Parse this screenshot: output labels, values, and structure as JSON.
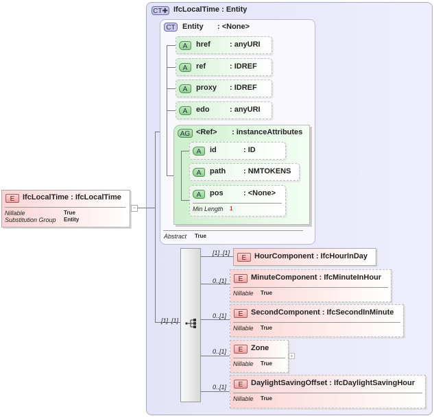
{
  "root": {
    "badge": "E",
    "name": "IfcLocalTime",
    "type": "IfcLocalTime",
    "props": [
      {
        "label": "Nillable",
        "value": "True"
      },
      {
        "label": "Substitution Group",
        "value": "Entity"
      }
    ]
  },
  "complex_type": {
    "badge": "CT",
    "name": "IfcLocalTime",
    "type": "Entity"
  },
  "base_type": {
    "badge": "CT",
    "name": "Entity",
    "type": ": <None>",
    "abstract_label": "Abstract",
    "abstract_value": "True",
    "attributes": [
      {
        "badge": "A",
        "name": "href",
        "type": ": anyURI"
      },
      {
        "badge": "A",
        "name": "ref",
        "type": ": IDREF"
      },
      {
        "badge": "A",
        "name": "proxy",
        "type": ": IDREF"
      },
      {
        "badge": "A",
        "name": "edo",
        "type": ": anyURI"
      }
    ],
    "attribute_group": {
      "badge": "AG",
      "name": "<Ref>",
      "type": ": instanceAttributes",
      "attributes": [
        {
          "badge": "A",
          "name": "id",
          "type": ": ID"
        },
        {
          "badge": "A",
          "name": "path",
          "type": ": NMTOKENS"
        },
        {
          "badge": "A",
          "name": "pos",
          "type": ": <None>",
          "facet_label": "Min Length",
          "facet_value": "1"
        }
      ]
    }
  },
  "sequence": {
    "cardinality": "[1]..[1]",
    "icon": "sequence-icon",
    "children": [
      {
        "badge": "E",
        "name": "HourComponent",
        "type": "IfcHourInDay",
        "cardinality": "[1]..[1]"
      },
      {
        "badge": "E",
        "name": "MinuteComponent",
        "type": "IfcMinuteInHour",
        "cardinality": "0..[1]",
        "prop_label": "Nillable",
        "prop_value": "True"
      },
      {
        "badge": "E",
        "name": "SecondComponent",
        "type": "IfcSecondInMinute",
        "cardinality": "0..[1]",
        "prop_label": "Nillable",
        "prop_value": "True"
      },
      {
        "badge": "E",
        "name": "Zone",
        "cardinality": "0..[1]",
        "prop_label": "Nillable",
        "prop_value": "True"
      },
      {
        "badge": "E",
        "name": "DaylightSavingOffset",
        "type": "IfcDaylightSavingHour",
        "cardinality": "0..[1]",
        "prop_label": "Nillable",
        "prop_value": "True"
      }
    ]
  },
  "colors": {
    "complex_type_bg": "#e6e6f8",
    "attribute_green": "#d6f2d6",
    "element_pink": "#fbd4d4",
    "cardinality_red": "#e02020"
  }
}
